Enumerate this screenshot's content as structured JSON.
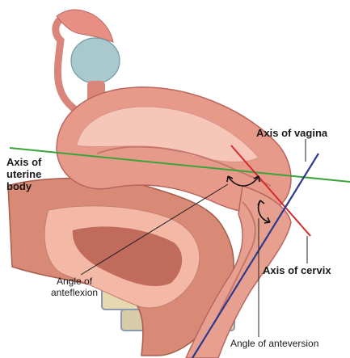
{
  "labels": {
    "axis_of_vagina": "Axis of vagina",
    "axis_of_uterine_body": "Axis of\nuterine\nbody",
    "axis_of_cervix": "Axis of cervix",
    "angle_of_anteflexion": "Angle of\nanteflexion",
    "angle_of_anteversion": "Angle of anteversion"
  },
  "colors": {
    "uterine_axis_line": "#3aa43a",
    "cervix_axis_line": "#d42b2b",
    "vagina_axis_line": "#2a3a8c",
    "uterus_tissue": "#e89a8a",
    "uterus_highlight": "#f6c6b8",
    "bladder_fill": "#d98a76",
    "ovary": "#a9c9cf",
    "pubic_bone": "#e6d9b0"
  }
}
